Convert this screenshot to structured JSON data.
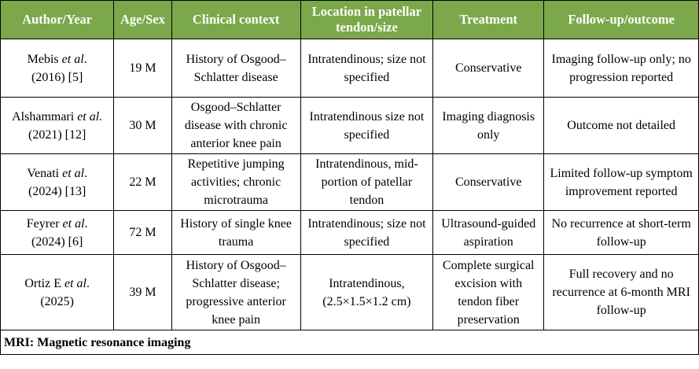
{
  "table": {
    "headers": [
      "Author/Year",
      "Age/Sex",
      "Clinical context",
      "Location in patellar tendon/size",
      "Treatment",
      "Follow-up/outcome"
    ],
    "rows": [
      {
        "author_name": "Mebis",
        "et_al": "et al",
        "author_year": "(2016) [5]",
        "age_sex": "19 M",
        "context": "History of Osgood–Schlatter disease",
        "location": "Intratendinous; size not specified",
        "treatment": "Conservative",
        "outcome": "Imaging follow-up only; no progression reported"
      },
      {
        "author_name": "Alshammari",
        "et_al": "et al.",
        "author_year": "(2021) [12]",
        "age_sex": "30 M",
        "context": "Osgood–Schlatter disease with chronic anterior knee pain",
        "location": "Intratendinous size not specified",
        "treatment": "Imaging diagnosis only",
        "outcome": "Outcome not detailed"
      },
      {
        "author_name": "Venati",
        "et_al": "et al",
        "author_year": "(2024) [13]",
        "age_sex": "22 M",
        "context": "Repetitive jumping activities; chronic microtrauma",
        "location": "Intratendinous, mid-portion of patellar tendon",
        "treatment": "Conservative",
        "outcome": "Limited follow-up symptom improvement reported"
      },
      {
        "author_name": "Feyrer",
        "et_al": "et al",
        "author_year": "(2024) [6]",
        "age_sex": "72 M",
        "context": "History of single knee trauma",
        "location": "Intratendinous; size not specified",
        "treatment": "Ultrasound-guided aspiration",
        "outcome": "No recurrence at short-term follow-up"
      },
      {
        "author_name": "Ortiz E",
        "et_al": "et al",
        "author_year": "(2025)",
        "age_sex": "39 M",
        "context": "History of Osgood–Schlatter disease; progressive anterior knee pain",
        "location": "Intratendinous, (2.5×1.5×1.2 cm)",
        "treatment": "Complete surgical excision with tendon fiber preservation",
        "outcome": "Full recovery and no recurrence at 6-month MRI follow-up"
      }
    ],
    "footnote": "MRI: Magnetic resonance imaging"
  },
  "colors": {
    "header_bg": "#7aa84a",
    "header_text": "#ffffff"
  }
}
